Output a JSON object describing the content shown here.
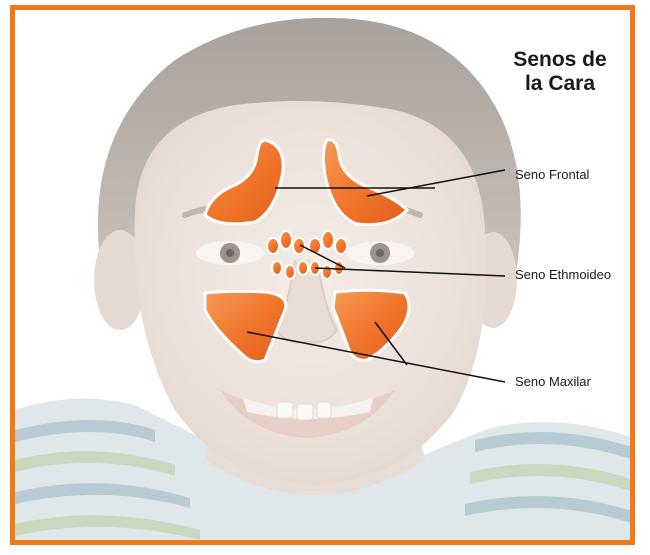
{
  "title": {
    "line1": "Senos de",
    "line2": "la Cara"
  },
  "labels": {
    "frontal": "Seno Frontal",
    "ethmoid": "Seno Ethmoideo",
    "maxilar": "Seno Maxilar"
  },
  "colors": {
    "frame": "#f07a1a",
    "sinus": "#f0732a",
    "leader": "#111111"
  }
}
